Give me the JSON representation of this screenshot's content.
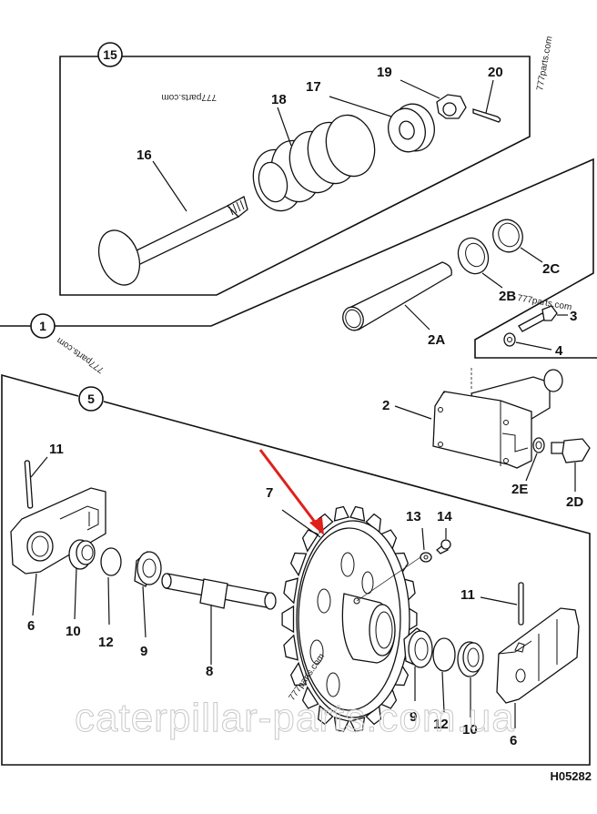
{
  "figure_id": "H05282",
  "watermarks": {
    "main": "caterpillar-parts.com.ua",
    "small": "777parts.com"
  },
  "callouts": [
    {
      "id": "callout-15",
      "number": "15"
    },
    {
      "id": "callout-1",
      "number": "1"
    },
    {
      "id": "callout-5",
      "number": "5"
    }
  ],
  "groups": {
    "group_15": {
      "callout": "15",
      "parts": [
        "16",
        "17",
        "18",
        "19",
        "20"
      ]
    },
    "group_1": {
      "callout": "1",
      "parts": [
        "2",
        "2A",
        "2B",
        "2C",
        "2D",
        "2E",
        "3",
        "4"
      ]
    },
    "group_5": {
      "callout": "5",
      "parts": [
        "6",
        "7",
        "8",
        "9",
        "10",
        "11",
        "12",
        "13",
        "14"
      ]
    }
  },
  "labels": {
    "p16": "16",
    "p17": "17",
    "p18": "18",
    "p19": "19",
    "p20": "20",
    "p2": "2",
    "p2A": "2A",
    "p2B": "2B",
    "p2C": "2C",
    "p2D": "2D",
    "p2E": "2E",
    "p3": "3",
    "p4": "4",
    "p6_left": "6",
    "p6_right": "6",
    "p7": "7",
    "p8": "8",
    "p9_left": "9",
    "p9_right": "9",
    "p10_left": "10",
    "p10_right": "10",
    "p11_left": "11",
    "p11_right": "11",
    "p12_left": "12",
    "p12_right": "12",
    "p13": "13",
    "p14": "14"
  },
  "highlight": {
    "target_part": "7",
    "arrow_color": "#e0201b"
  }
}
